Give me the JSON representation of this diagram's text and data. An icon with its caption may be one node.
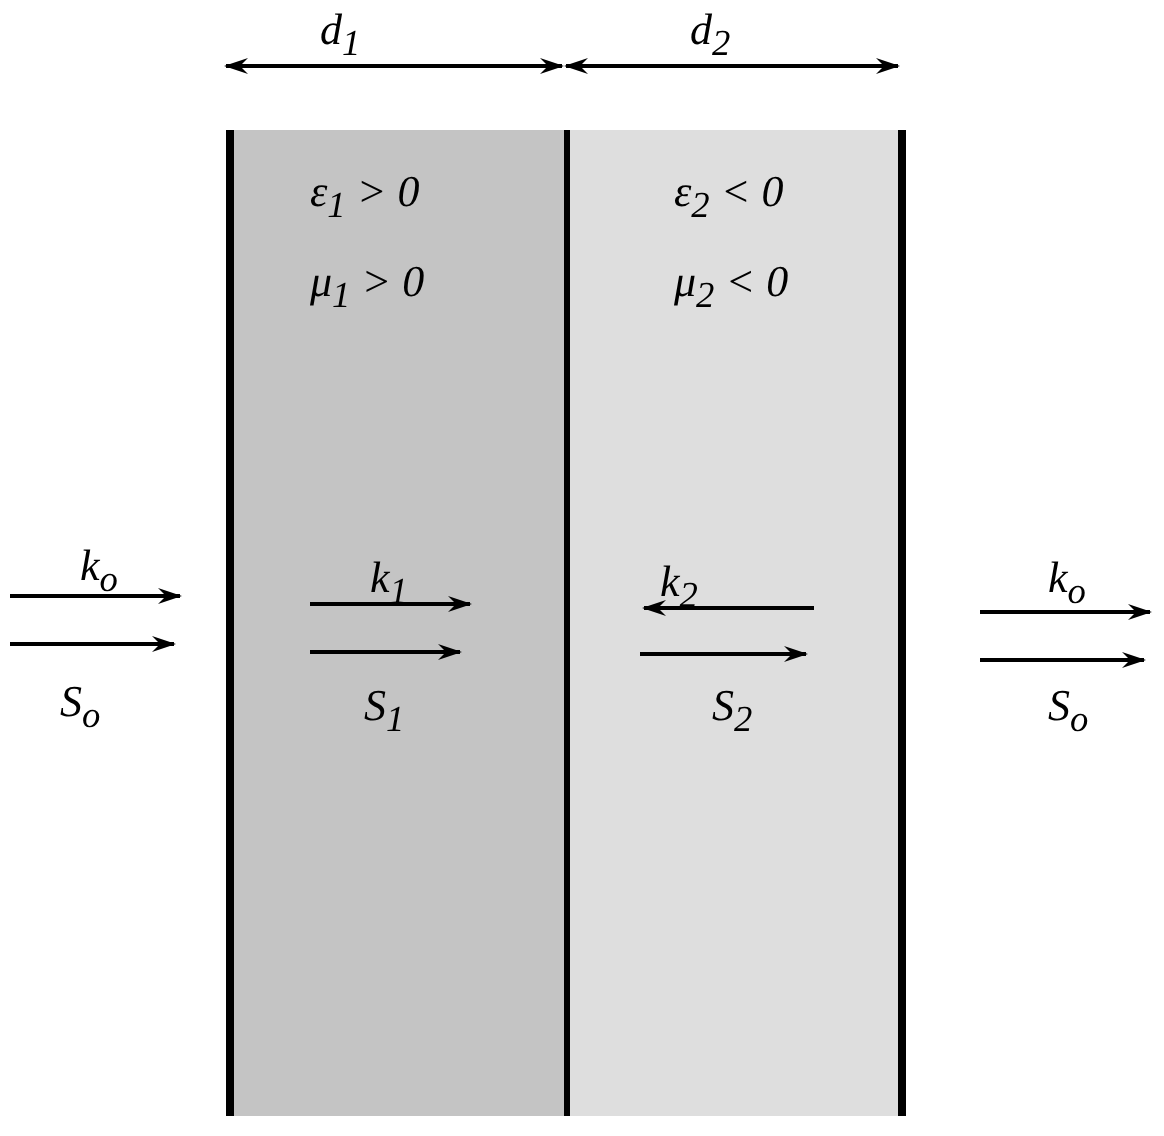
{
  "diagram": {
    "nodes": [
      {
        "text": [
          "ε$_{1}$ > 0",
          "μ$_{1}$ > 0"
        ]
      },
      {
        "text": [
          "ε$_{2}$ < 0",
          "μ$_{2}$ < 0"
        ]
      }
    ],
    "labels": [
      "d$_{1}$",
      "d$_{2}$",
      "k$_{o}$",
      "S$_{o}$",
      "k$_{1}$",
      "S$_{1}$",
      "k$_{2}$",
      "S$_{2}$",
      "k$_{o}$",
      "S$_{o}$"
    ]
  }
}
